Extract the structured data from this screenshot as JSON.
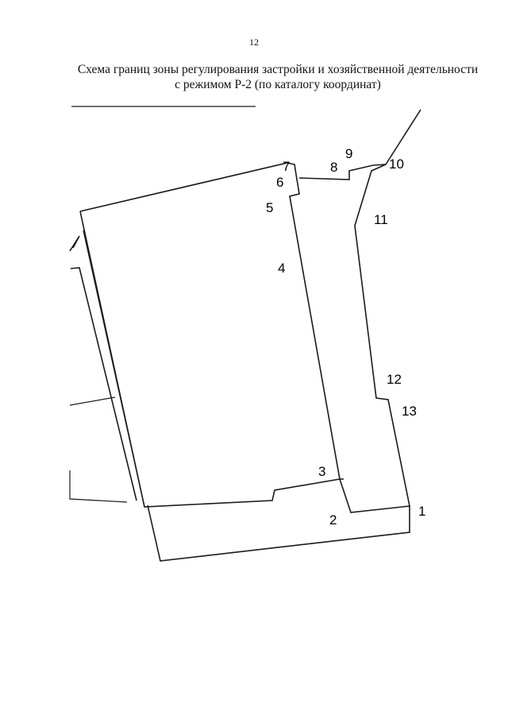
{
  "page": {
    "number": "12"
  },
  "title": {
    "line1": "Схема границ зоны регулирования застройки и хозяйственной деятельности",
    "line2": "с режимом Р-2 (по каталогу координат)"
  },
  "points": [
    {
      "id": "p1",
      "label": "1"
    },
    {
      "id": "p2",
      "label": "2"
    },
    {
      "id": "p3",
      "label": "3"
    },
    {
      "id": "p4",
      "label": "4"
    },
    {
      "id": "p5",
      "label": "5"
    },
    {
      "id": "p6",
      "label": "6"
    },
    {
      "id": "p7",
      "label": "7"
    },
    {
      "id": "p8",
      "label": "8"
    },
    {
      "id": "p9",
      "label": "9"
    },
    {
      "id": "p10",
      "label": "10"
    },
    {
      "id": "p11",
      "label": "11"
    },
    {
      "id": "p12",
      "label": "12"
    },
    {
      "id": "p13",
      "label": "13"
    }
  ],
  "colors": {
    "line": "#1a1a1a",
    "background": "#ffffff"
  }
}
